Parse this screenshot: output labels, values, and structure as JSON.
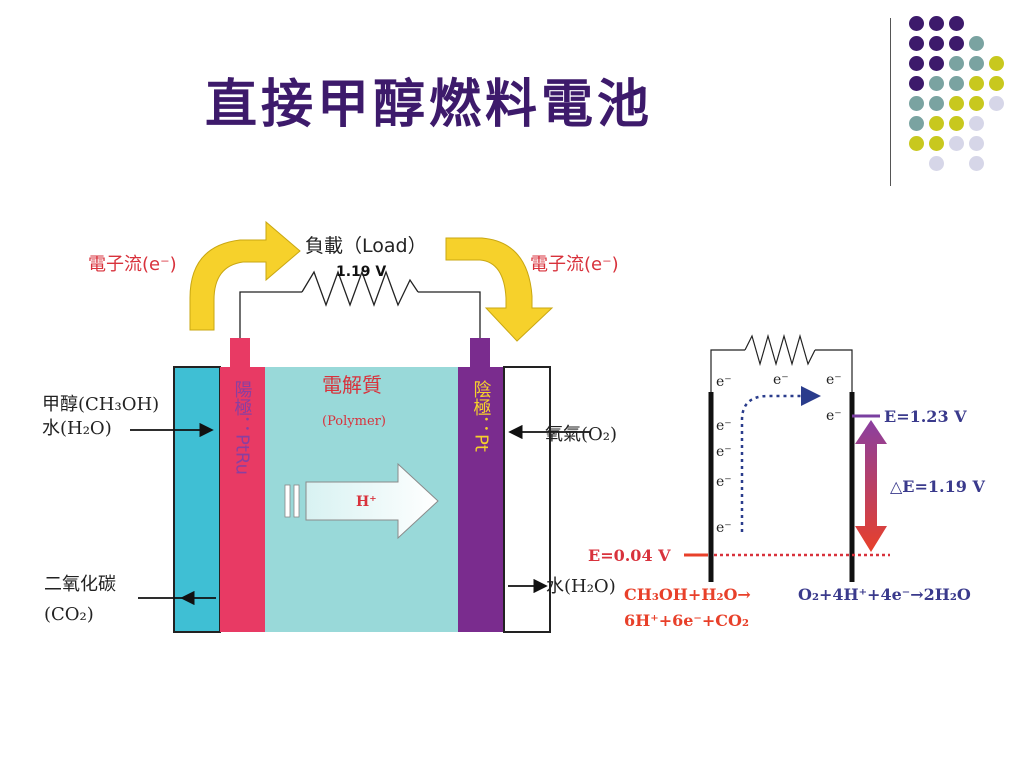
{
  "slide": {
    "title": "直接甲醇燃料電池"
  },
  "decor": {
    "colors": {
      "purple": "#3d1a6b",
      "teal": "#7aa3a1",
      "lime": "#c8c81e",
      "lavender": "#d6d6e8"
    }
  },
  "cell": {
    "load_label": "負載（Load）",
    "load_voltage": "1.19 V",
    "electron_flow_left": "電子流(e⁻)",
    "electron_flow_right": "電子流(e⁻)",
    "electrolyte_title": "電解質",
    "electrolyte_sub": "(Polymer)",
    "proton": "H⁺",
    "anode_label": "陽極：PtRu",
    "cathode_label": "陰極：Pt",
    "input_left_1": "甲醇(CH₃OH)",
    "input_left_2": "水(H₂O)",
    "output_left_1": "二氧化碳",
    "output_left_2": "(CO₂)",
    "input_right": "氧氣(O₂)",
    "output_right": "水(H₂O)"
  },
  "energy": {
    "electron": "e⁻",
    "cathode_potential": "E=1.23 V",
    "delta_potential": "△E=1.19 V",
    "anode_potential": "E=0.04 V",
    "anode_reaction_1": "CH₃OH+H₂O→",
    "anode_reaction_2": "6H⁺+6e⁻+CO₂",
    "cathode_reaction": "O₂+4H⁺+4e⁻→2H₂O"
  }
}
